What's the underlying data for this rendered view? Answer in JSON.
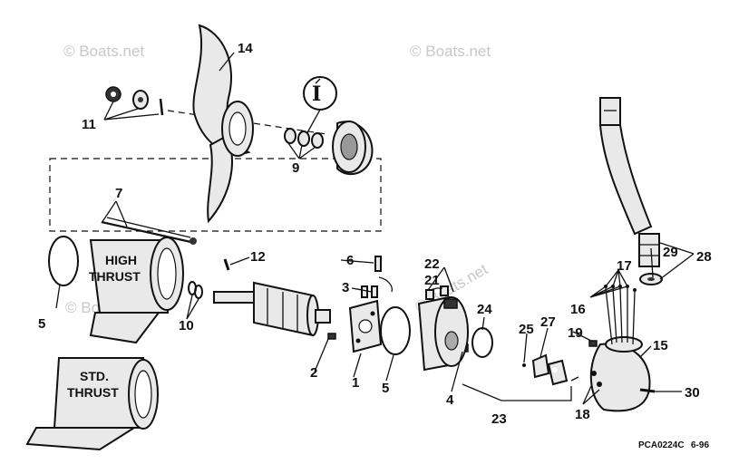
{
  "watermark": "© Boats.net",
  "drawing_code": "PCA0224C",
  "drawing_date": "6-96",
  "high_thrust_label": [
    "HIGH",
    "THRUST"
  ],
  "std_thrust_label": [
    "STD.",
    "THRUST"
  ],
  "callouts": [
    "1",
    "2",
    "3",
    "4",
    "5",
    "6",
    "7",
    "9",
    "10",
    "11",
    "12",
    "14",
    "15",
    "16",
    "17",
    "18",
    "19",
    "21",
    "22",
    "23",
    "24",
    "25",
    "27",
    "28",
    "29",
    "30"
  ]
}
